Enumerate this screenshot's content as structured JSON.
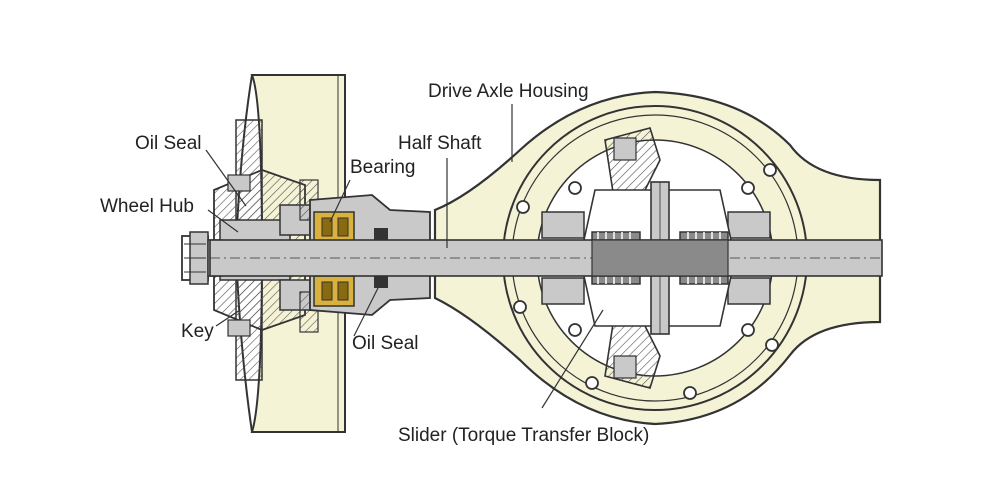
{
  "labels": {
    "drive_axle_housing": "Drive Axle Housing",
    "half_shaft": "Half Shaft",
    "oil_seal_top": "Oil Seal",
    "bearing": "Bearing",
    "wheel_hub": "Wheel Hub",
    "key": "Key",
    "oil_seal_bottom": "Oil Seal",
    "slider": "Slider (Torque Transfer Block)"
  },
  "colors": {
    "fill_cream": "#f5f3d6",
    "fill_gray": "#c9c9c9",
    "fill_dark": "#8a8a8a",
    "bearing_gold": "#d8b23c",
    "outline": "#333333"
  }
}
